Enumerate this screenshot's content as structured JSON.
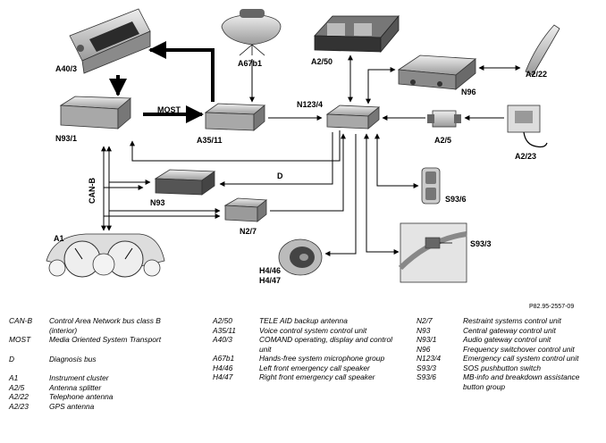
{
  "diagram": {
    "components": {
      "a40_3": "A40/3",
      "a67b1": "A67b1",
      "a2_50": "A2/50",
      "a2_22": "A2/22",
      "n96": "N96",
      "n93_1": "N93/1",
      "a35_11": "A35/11",
      "n123_4": "N123/4",
      "a2_5": "A2/5",
      "a2_23": "A2/23",
      "n93": "N93",
      "n2_7": "N2/7",
      "s93_6": "S93/6",
      "s93_3": "S93/3",
      "a1": "A1",
      "h4_46": "H4/46",
      "h4_47": "H4/47"
    },
    "bus_labels": {
      "most": "MOST",
      "can_b": "CAN-B",
      "d": "D"
    },
    "reference": "P82.95-2557-09"
  },
  "legend": {
    "col1": [
      {
        "code": "CAN-B",
        "desc": "Control Area Network bus class B (interior)"
      },
      {
        "code": "MOST",
        "desc": "Media Oriented System Transport"
      },
      {
        "code": "D",
        "desc": "Diagnosis bus"
      },
      {
        "code": "A1",
        "desc": "Instrument cluster"
      },
      {
        "code": "A2/5",
        "desc": "Antenna splitter"
      },
      {
        "code": "A2/22",
        "desc": "Telephone antenna"
      },
      {
        "code": "A2/23",
        "desc": "GPS antenna"
      }
    ],
    "col2": [
      {
        "code": "A2/50",
        "desc": "TELE AID backup antenna"
      },
      {
        "code": "A35/11",
        "desc": "Voice control system control unit"
      },
      {
        "code": "A40/3",
        "desc": "COMAND operating, display and control unit"
      },
      {
        "code": "A67b1",
        "desc": "Hands-free system microphone group"
      },
      {
        "code": "H4/46",
        "desc": "Left front emergency call speaker"
      },
      {
        "code": "H4/47",
        "desc": "Right front emergency call speaker"
      }
    ],
    "col3": [
      {
        "code": "N2/7",
        "desc": "Restraint systems control unit"
      },
      {
        "code": "N93",
        "desc": "Central gateway control unit"
      },
      {
        "code": "N93/1",
        "desc": "Audio gateway control unit"
      },
      {
        "code": "N96",
        "desc": "Frequency switchover control unit"
      },
      {
        "code": "N123/4",
        "desc": "Emergency call system control unit"
      },
      {
        "code": "S93/3",
        "desc": "SOS pushbutton switch"
      },
      {
        "code": "S93/6",
        "desc": "MB-info and breakdown assistance button group"
      }
    ]
  },
  "colors": {
    "line": "#000000",
    "device_light": "#d9d9d9",
    "device_mid": "#a8a8a8",
    "device_dark": "#5a5a5a"
  }
}
